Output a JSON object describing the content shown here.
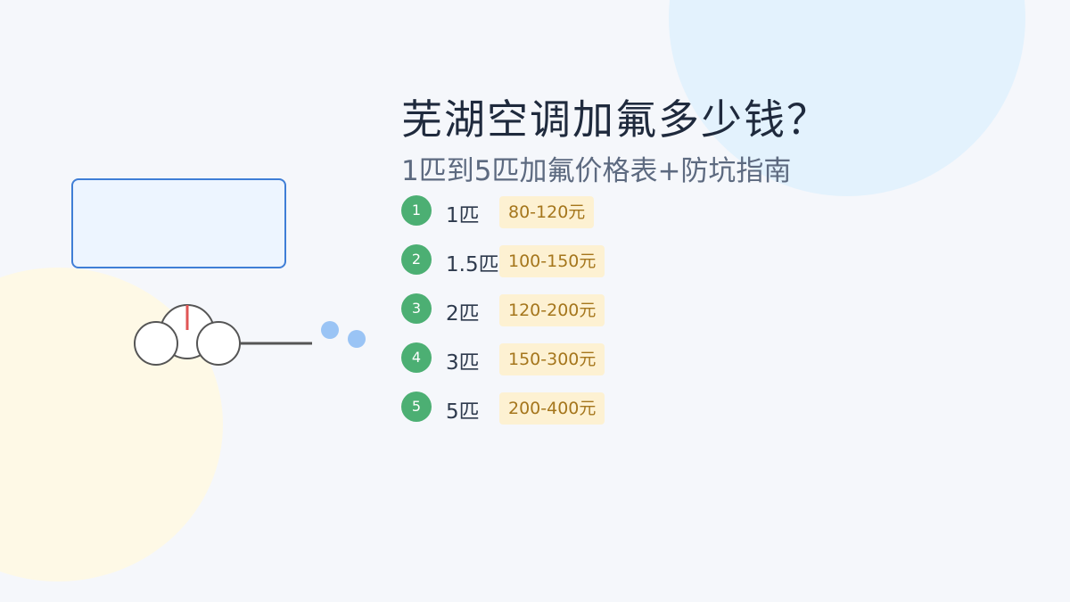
{
  "title": "芜湖空调加氟多少钱？",
  "subtitle": "1匹到5匹加氟价格表+防坑指南",
  "prices": [
    {
      "index": "1",
      "size": "1匹",
      "price": "80-120元"
    },
    {
      "index": "2",
      "size": "1.5匹",
      "price": "100-150元"
    },
    {
      "index": "3",
      "size": "2匹",
      "price": "120-200元"
    },
    {
      "index": "4",
      "size": "3匹",
      "price": "150-300元"
    },
    {
      "index": "5",
      "size": "5匹",
      "price": "200-400元"
    }
  ],
  "colors": {
    "badge": "#4caf73",
    "price_bg": "#fdf1d2",
    "price_text": "#a5761c",
    "ac_border": "#3f7ed6"
  },
  "icons": [
    "ac-unit-icon",
    "refrigerant-gauge-icon",
    "refrigerant-droplet-icon"
  ]
}
